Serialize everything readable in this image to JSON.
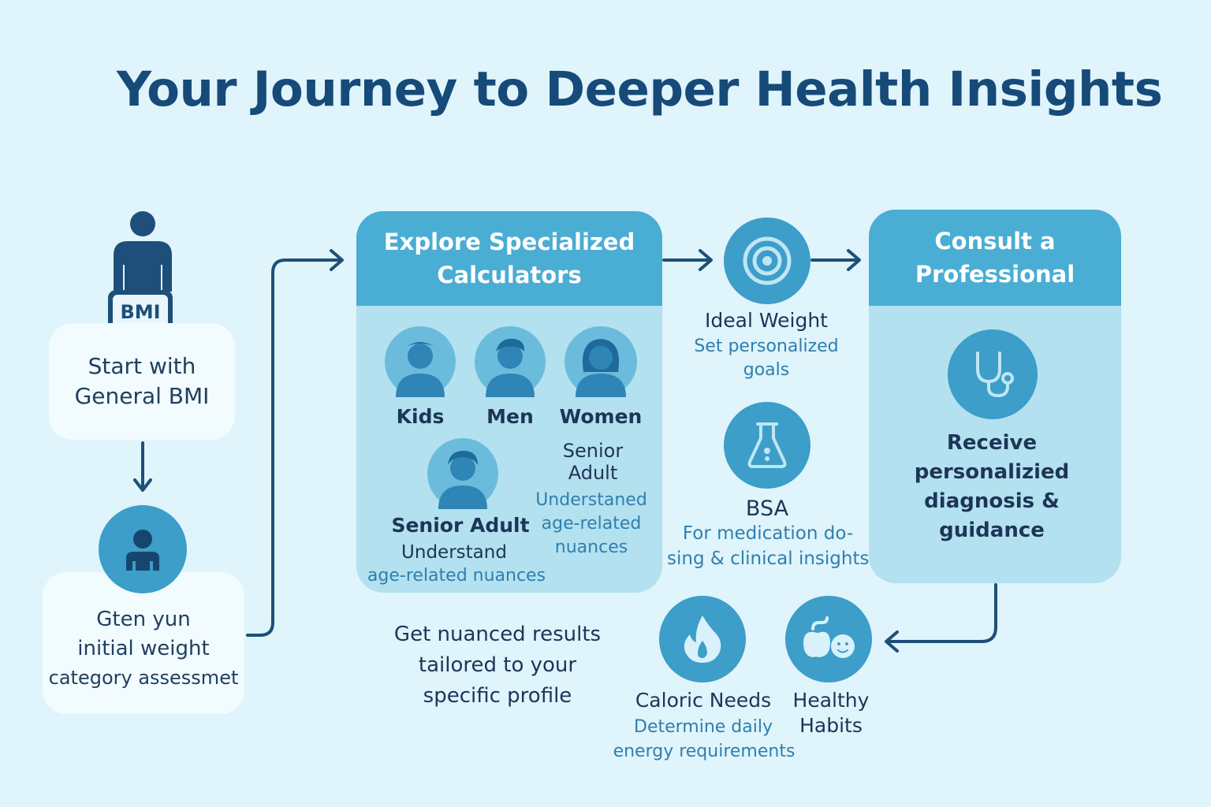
{
  "title": "Your Journey to Deeper Health Insights",
  "colors": {
    "background": "#dff4fb",
    "title": "#164a78",
    "accent": "#4aadd3",
    "panel": "#b3e1ef",
    "arrow": "#1e4f78"
  },
  "step1": {
    "badge": "BMI",
    "icon": "person-icon",
    "lines": [
      "Start with",
      "General BMI"
    ]
  },
  "step2": {
    "icon": "person-circle-icon",
    "lines": [
      "Gten yun",
      "initial weight",
      "category assessmet"
    ]
  },
  "calculators": {
    "heading_lines": [
      "Explore Specialized",
      "Calculators"
    ],
    "kids": "Kids",
    "men": "Men",
    "women": "Women",
    "senior_heading_lines": [
      "Senior",
      "Adult"
    ],
    "senior_sub_lines": [
      "Understaned",
      "age-related",
      "nuances"
    ],
    "senior_adult": "Senior Adult",
    "senior_adult_sub_lines": [
      "Understand",
      "age-related nuances"
    ],
    "footer_lines": [
      "Get nuanced results",
      "tailored to your",
      "specific profile"
    ]
  },
  "ideal_weight": {
    "icon": "target-icon",
    "label": "Ideal Weight",
    "sub_lines": [
      "Set personalized",
      "goals"
    ]
  },
  "bsa": {
    "icon": "flask-icon",
    "label": "BSA",
    "sub_lines": [
      "For medication do-",
      "sing & clinical insights"
    ]
  },
  "professional": {
    "heading_lines": [
      "Consult a",
      "Professional"
    ],
    "icon": "stethoscope-icon",
    "body_lines": [
      "Receive",
      "personalizied",
      "diagnosis &",
      "guidance"
    ]
  },
  "caloric": {
    "icon": "flame-icon",
    "label": "Caloric Needs",
    "sub_lines": [
      "Determine daily",
      "energy requirements"
    ]
  },
  "habits": {
    "icon": "healthy-habits-icon",
    "label_lines": [
      "Healthy",
      "Habits"
    ]
  }
}
